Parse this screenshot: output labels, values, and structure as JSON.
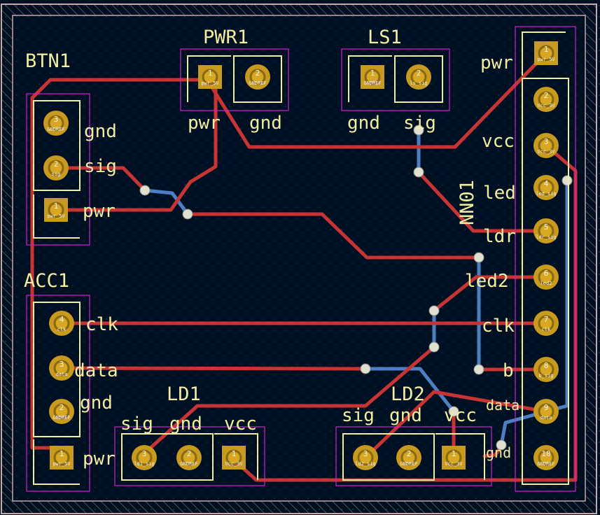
{
  "colors": {
    "background": "#001023",
    "board_edge": "#c8a8a8",
    "trace_front": "#c83434",
    "trace_back": "#4d7fc4",
    "pad": "#c89a1e",
    "pad_center": "#d8a822",
    "silkscreen": "#f2eda1",
    "courtyard": "#d020d0",
    "via": "#e0e0d0",
    "pad_text": "#f0f0f0"
  },
  "components": {
    "btn1": {
      "ref": "BTN1",
      "labels": [
        "gnd",
        "sig",
        "pwr"
      ]
    },
    "acc1": {
      "ref": "ACC1",
      "labels": [
        "clk",
        "data",
        "gnd",
        "pwr"
      ]
    },
    "pwr1": {
      "ref": "PWR1",
      "labels": [
        "pwr",
        "gnd"
      ]
    },
    "ls1": {
      "ref": "LS1",
      "labels": [
        "gnd",
        "sig"
      ]
    },
    "ld1": {
      "ref": "LD1",
      "labels": [
        "sig",
        "gnd",
        "vcc"
      ]
    },
    "ld2": {
      "ref": "LD2",
      "labels": [
        "sig",
        "gnd",
        "vcc"
      ]
    },
    "nn01": {
      "ref": "NN01",
      "labels": [
        "pwr",
        "vcc",
        "led",
        "ldr",
        "led2",
        "clk",
        "b",
        "data",
        "gnd"
      ]
    }
  },
  "pads": {
    "btn1": [
      {
        "num": "3",
        "net": "GNDREF"
      },
      {
        "num": "2",
        "net": "sig"
      },
      {
        "num": "1",
        "net": "pwr_5V"
      }
    ],
    "acc1": [
      {
        "num": "4",
        "net": "clk"
      },
      {
        "num": "3",
        "net": "data"
      },
      {
        "num": "2",
        "net": "GNDREF"
      },
      {
        "num": "1",
        "net": "pwr_5V"
      }
    ],
    "pwr1": [
      {
        "num": "1",
        "net": "pwr_5V"
      },
      {
        "num": "2",
        "net": "GNDREF"
      }
    ],
    "ls1": [
      {
        "num": "1",
        "net": "GNDREF"
      },
      {
        "num": "2",
        "net": "ls_sig"
      }
    ],
    "ld1": [
      {
        "num": "3",
        "net": "ld1_sig"
      },
      {
        "num": "2",
        "net": "GNDREF"
      },
      {
        "num": "1",
        "net": "Vcc_3V"
      }
    ],
    "ld2": [
      {
        "num": "3",
        "net": "ld2_sig"
      },
      {
        "num": "2",
        "net": "GNDREF"
      },
      {
        "num": "1",
        "net": "Vcc_3V"
      }
    ],
    "nn01": [
      {
        "num": "1",
        "net": "pwr_5V"
      },
      {
        "num": "2",
        "net": "Vcc_3V"
      },
      {
        "num": "3",
        "net": "Vcc_3V"
      },
      {
        "num": "4",
        "net": "led_sig"
      },
      {
        "num": "5",
        "net": "ldr_sig"
      },
      {
        "num": "6",
        "net": "led2"
      },
      {
        "num": "7",
        "net": "clk"
      },
      {
        "num": "8",
        "net": "b_sig"
      },
      {
        "num": "9",
        "net": "data"
      },
      {
        "num": "10",
        "net": "GNDREF"
      }
    ]
  }
}
